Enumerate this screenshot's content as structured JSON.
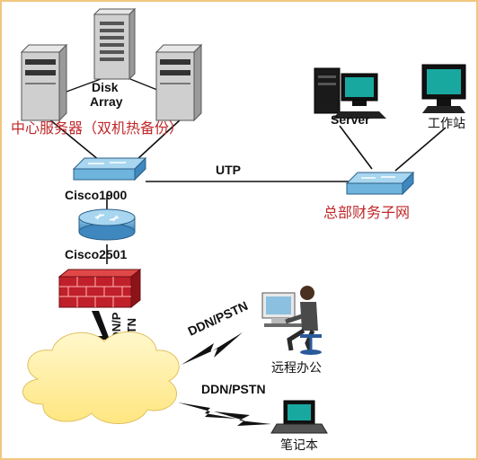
{
  "diagram": {
    "nodes": {
      "disk_array": {
        "label_line1": "Disk",
        "label_line2": "Array"
      },
      "central_server_group": {
        "label": "中心服务器（双机热备份）"
      },
      "switch_cisco1900": {
        "label": "Cisco1900"
      },
      "router_cisco2501": {
        "label": "Cisco2501"
      },
      "hq_finance_subnet": {
        "label": "总部财务子网"
      },
      "hq_server": {
        "label": "Server"
      },
      "workstation": {
        "label": "工作站"
      },
      "remote_office": {
        "label": "远程办公"
      },
      "laptop": {
        "label": "笔记本"
      }
    },
    "links": {
      "utp": {
        "label": "UTP"
      },
      "ddn_pstn_vertical": {
        "label_line1": "DDN/P",
        "label_line2": "STN"
      },
      "ddn_pstn_remote": {
        "label": "DDN/PSTN"
      },
      "ddn_pstn_laptop": {
        "label": "DDN/PSTN"
      }
    },
    "colors": {
      "red_label": "#c0282a",
      "switch_blue": "#6fb4dd",
      "firewall_red": "#c0202a",
      "cloud_yellow": "#ffeea0",
      "frame": "#f2c680"
    }
  }
}
